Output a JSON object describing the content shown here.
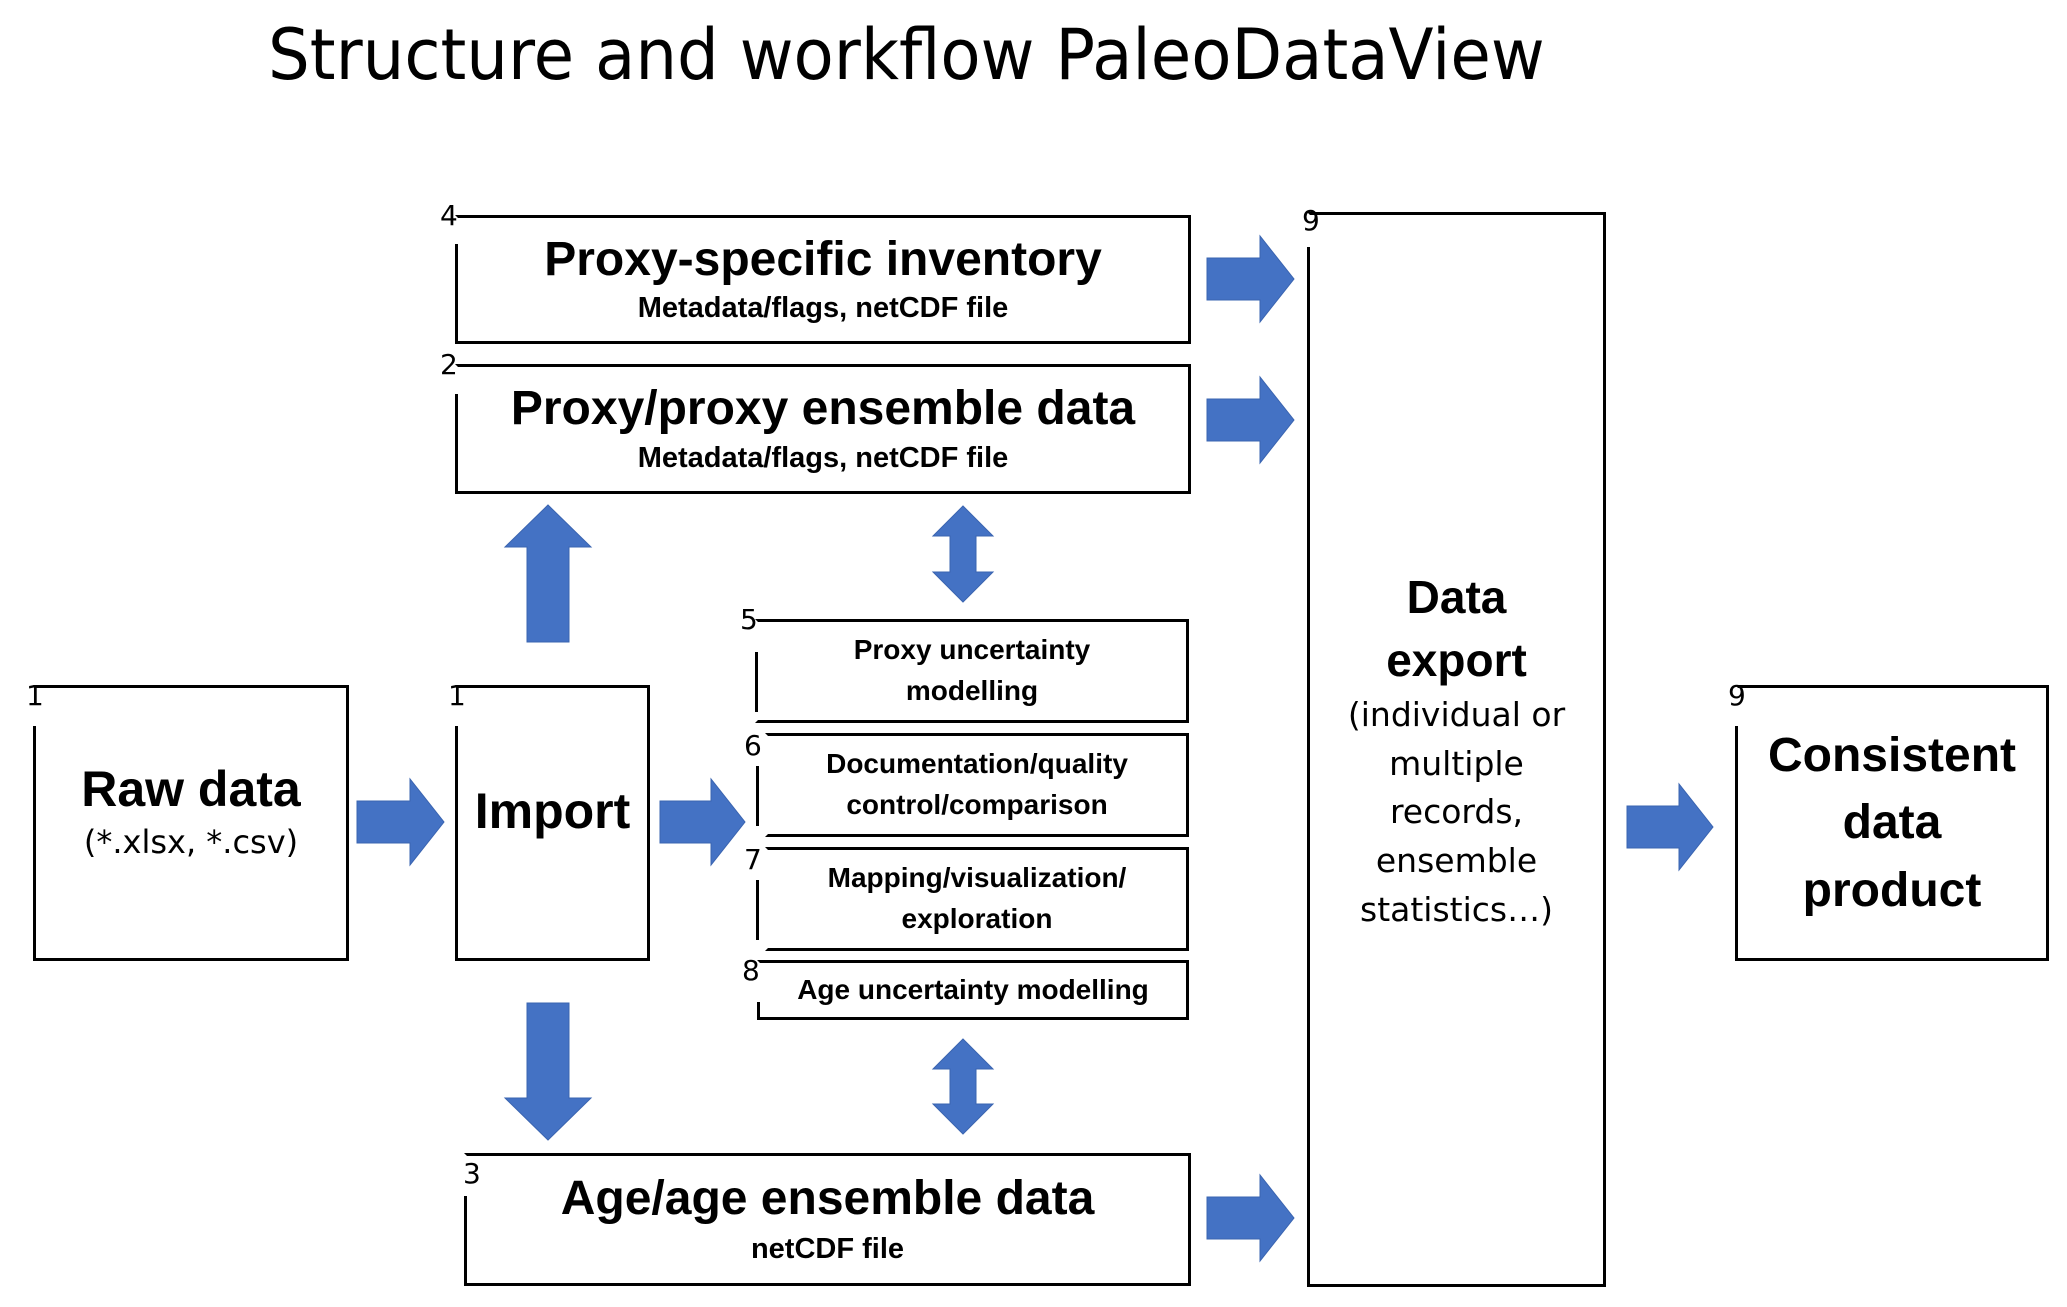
{
  "title": "Structure and workflow PaleoDataView",
  "colors": {
    "arrow": "#4472c4",
    "stroke": "#000000",
    "background": "#ffffff"
  },
  "boxes": {
    "raw_data": {
      "number": "1",
      "label": "Raw data",
      "detail": "(*.xlsx, *.csv)"
    },
    "import": {
      "number": "1",
      "label": "Import"
    },
    "proxy_inventory": {
      "number": "4",
      "label": "Proxy-specific inventory",
      "detail": "Metadata/flags, netCDF file"
    },
    "proxy_ensemble": {
      "number": "2",
      "label": "Proxy/proxy ensemble data",
      "detail": "Metadata/flags, netCDF file"
    },
    "proxy_uncertainty": {
      "number": "5",
      "label_line1": "Proxy uncertainty",
      "label_line2": "modelling"
    },
    "documentation": {
      "number": "6",
      "label_line1": "Documentation/quality",
      "label_line2": "control/comparison"
    },
    "mapping": {
      "number": "7",
      "label_line1": "Mapping/visualization/",
      "label_line2": "exploration"
    },
    "age_uncertainty": {
      "number": "8",
      "label": "Age uncertainty modelling"
    },
    "age_ensemble": {
      "number": "3",
      "label": "Age/age ensemble data",
      "detail": "netCDF file"
    },
    "data_export": {
      "number": "9",
      "label_line1": "Data",
      "label_line2": "export",
      "detail_lines": [
        "(individual or",
        "multiple",
        "records,",
        "ensemble",
        "statistics…)"
      ]
    },
    "consistent_product": {
      "number": "9",
      "label_line1": "Consistent",
      "label_line2": "data",
      "label_line3": "product"
    }
  },
  "arrows": [
    {
      "from": "raw_data",
      "to": "import",
      "type": "right"
    },
    {
      "from": "import",
      "to": "proxy_ensemble",
      "type": "up"
    },
    {
      "from": "import",
      "to": "age_ensemble",
      "type": "down"
    },
    {
      "from": "import",
      "to": "analysis_modules",
      "type": "right"
    },
    {
      "from": "proxy_ensemble",
      "to": "analysis_modules",
      "type": "bidirectional-vertical"
    },
    {
      "from": "analysis_modules",
      "to": "age_ensemble",
      "type": "bidirectional-vertical"
    },
    {
      "from": "proxy_inventory",
      "to": "data_export",
      "type": "right"
    },
    {
      "from": "proxy_ensemble",
      "to": "data_export",
      "type": "right"
    },
    {
      "from": "age_ensemble",
      "to": "data_export",
      "type": "right"
    },
    {
      "from": "data_export",
      "to": "consistent_product",
      "type": "right"
    }
  ]
}
